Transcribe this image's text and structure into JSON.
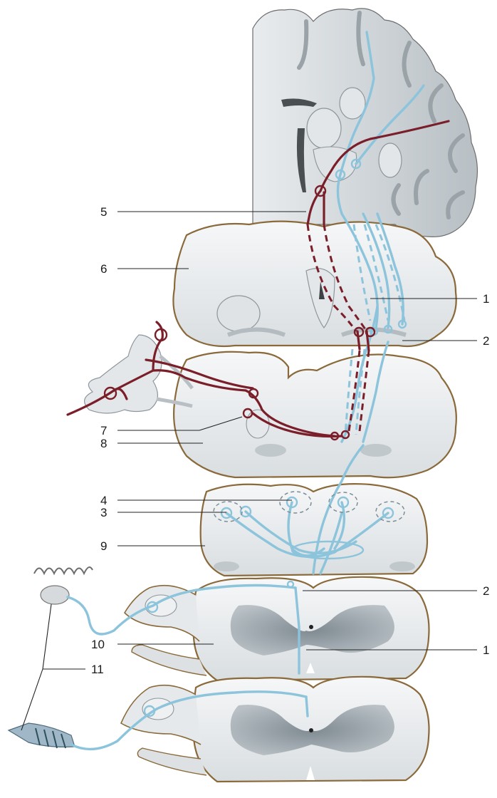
{
  "labels": {
    "l1_upper": "1",
    "l2_upper": "2",
    "l3": "3",
    "l4": "4",
    "l5": "5",
    "l6": "6",
    "l7": "7",
    "l8": "8",
    "l9": "9",
    "l10": "10",
    "l11": "11",
    "l2_lower": "2",
    "l1_lower": "1"
  },
  "colors": {
    "motor_pathway": "#7a1e2a",
    "sensory_pathway": "#8cc4dc",
    "tissue": "#eceeef",
    "tissue_shade": "#c9cfd3",
    "gray_matter": "#aab3b9",
    "rim": "#8a6a3a"
  }
}
